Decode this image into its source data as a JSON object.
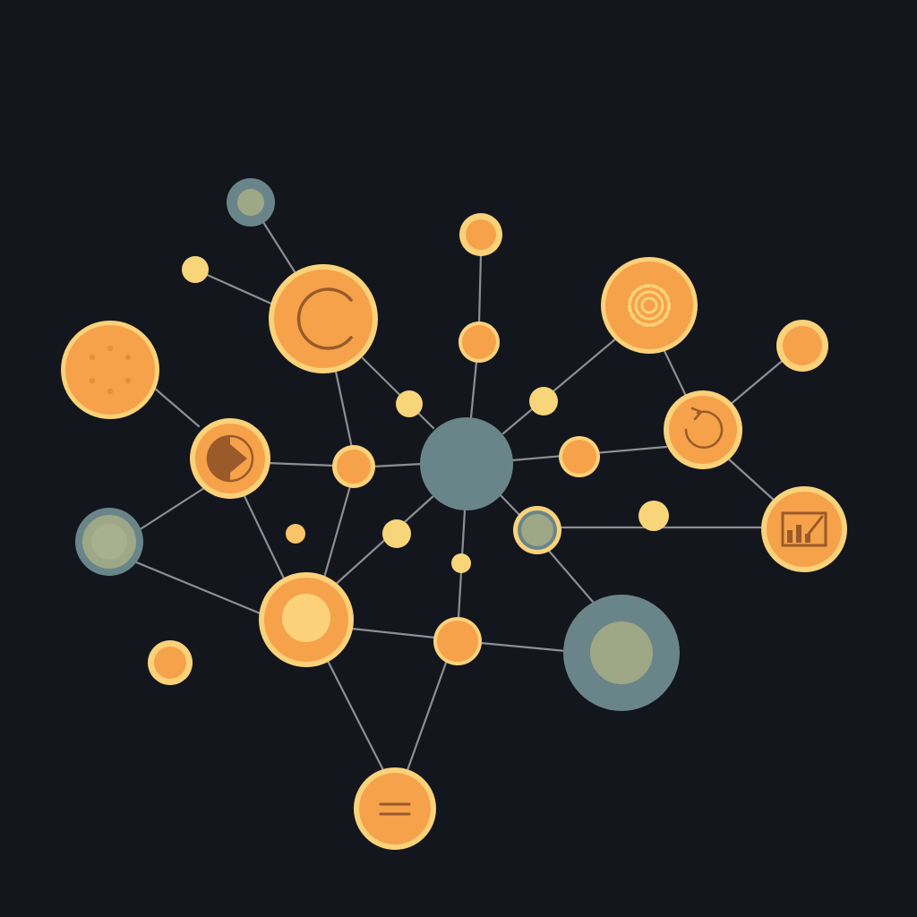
{
  "diagram": {
    "type": "network-graph",
    "colors": {
      "background": "#13161c",
      "edge": "#8d8f91",
      "node_orange": "#f5a24a",
      "node_ring": "#fbd27a",
      "node_yellow": "#f9d57a",
      "node_slate": "#6a8589",
      "node_sage": "#9ea887",
      "icon_brown": "#9a5a2a"
    },
    "nodes": [
      {
        "id": "hub",
        "kind": "slate",
        "icon": "none"
      },
      {
        "id": "top-left-slate",
        "kind": "slate-ring",
        "icon": "none"
      },
      {
        "id": "c-node",
        "kind": "orange",
        "icon": "c-arc-icon"
      },
      {
        "id": "small-left-dot",
        "kind": "yellow",
        "icon": "none"
      },
      {
        "id": "dots-node",
        "kind": "orange",
        "icon": "dots-pattern-icon"
      },
      {
        "id": "play-node",
        "kind": "orange",
        "icon": "play-icon"
      },
      {
        "id": "left-slate",
        "kind": "slate-ring",
        "icon": "none"
      },
      {
        "id": "center-left-small",
        "kind": "orange-small",
        "icon": "none"
      },
      {
        "id": "top-mid-ring",
        "kind": "orange-ring",
        "icon": "none"
      },
      {
        "id": "mid-top-small",
        "kind": "orange-small",
        "icon": "none"
      },
      {
        "id": "gear-node",
        "kind": "orange",
        "icon": "gear-icon"
      },
      {
        "id": "right-top-ring",
        "kind": "orange-ring",
        "icon": "none"
      },
      {
        "id": "refresh-node",
        "kind": "orange",
        "icon": "refresh-icon"
      },
      {
        "id": "chart-node",
        "kind": "orange",
        "icon": "bar-chart-icon"
      },
      {
        "id": "big-slate",
        "kind": "slate-sage",
        "icon": "none"
      },
      {
        "id": "small-sage",
        "kind": "sage-ring",
        "icon": "none"
      },
      {
        "id": "sun-node",
        "kind": "orange",
        "icon": "yellow-core"
      },
      {
        "id": "bottom-mid",
        "kind": "orange-small",
        "icon": "none"
      },
      {
        "id": "menu-node",
        "kind": "orange",
        "icon": "menu-icon"
      },
      {
        "id": "lone-orange",
        "kind": "orange-ring",
        "icon": "none"
      }
    ],
    "edges": [
      [
        "top-left-slate",
        "c-node"
      ],
      [
        "small-left-dot",
        "c-node"
      ],
      [
        "c-node",
        "hub"
      ],
      [
        "c-node",
        "center-left-small"
      ],
      [
        "dots-node",
        "play-node"
      ],
      [
        "play-node",
        "center-left-small"
      ],
      [
        "center-left-small",
        "hub"
      ],
      [
        "play-node",
        "left-slate"
      ],
      [
        "play-node",
        "sun-node"
      ],
      [
        "left-slate",
        "sun-node"
      ],
      [
        "center-left-small",
        "sun-node"
      ],
      [
        "top-mid-ring",
        "mid-top-small"
      ],
      [
        "mid-top-small",
        "hub"
      ],
      [
        "hub",
        "gear-node"
      ],
      [
        "gear-node",
        "refresh-node"
      ],
      [
        "right-top-ring",
        "refresh-node"
      ],
      [
        "hub",
        "refresh-node"
      ],
      [
        "refresh-node",
        "chart-node"
      ],
      [
        "hub",
        "small-sage"
      ],
      [
        "small-sage",
        "chart-node"
      ],
      [
        "small-sage",
        "big-slate"
      ],
      [
        "hub",
        "sun-node"
      ],
      [
        "hub",
        "bottom-mid"
      ],
      [
        "sun-node",
        "bottom-mid"
      ],
      [
        "bottom-mid",
        "big-slate"
      ],
      [
        "sun-node",
        "menu-node"
      ],
      [
        "bottom-mid",
        "menu-node"
      ]
    ]
  }
}
